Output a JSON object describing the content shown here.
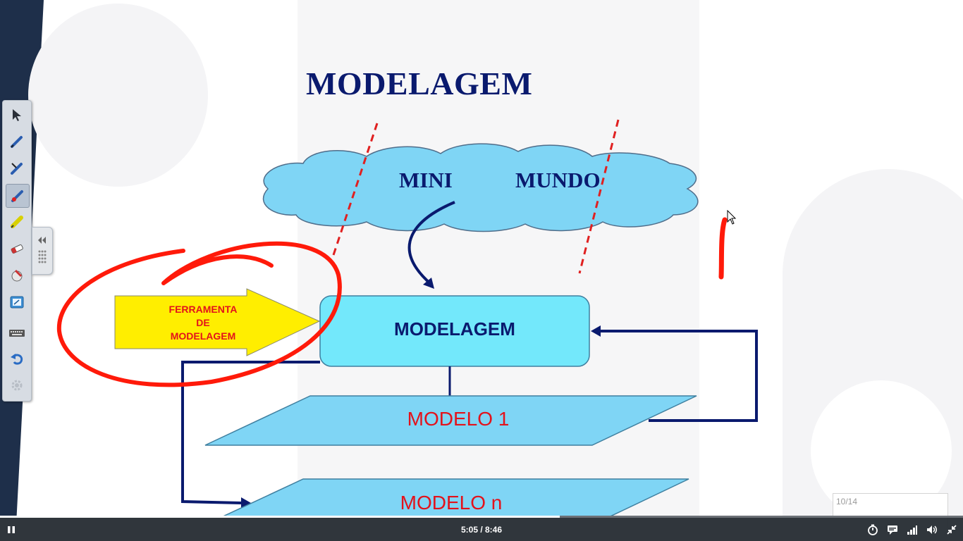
{
  "slide": {
    "title": "MODELAGEM",
    "cloud_label": "MINI   MUNDO",
    "tool_arrow": {
      "lines": [
        "FERRAMENTA",
        "DE",
        "MODELAGEM"
      ]
    },
    "process_box": "MODELAGEM",
    "model_1": "MODELO 1",
    "model_n": "MODELO n",
    "colors": {
      "title": "#0a1a6e",
      "cloud": "#7fd5f5",
      "box": "#73e8fb",
      "model": "#7fd5f5",
      "arrow_yellow": "#ffee00",
      "red_text": "#e3121b",
      "annotation_red": "#ff1a0a"
    }
  },
  "toolbar": {
    "tools": [
      {
        "icon": "select-arrow-icon"
      },
      {
        "icon": "pen-icon"
      },
      {
        "icon": "pen-plus-icon"
      },
      {
        "icon": "pen-red-icon",
        "active": true
      },
      {
        "icon": "highlighter-icon"
      },
      {
        "icon": "eraser-icon"
      },
      {
        "icon": "fill-icon"
      },
      {
        "icon": "whiteboard-icon"
      },
      {
        "icon": "keyboard-icon"
      },
      {
        "icon": "undo-icon"
      },
      {
        "icon": "settings-icon"
      }
    ],
    "handle_icon": "collapse-icon"
  },
  "slide_counter": "10/14",
  "player": {
    "time": "5:05 / 8:46",
    "progress": 0.581,
    "icons": [
      "pause-icon",
      "timer-icon",
      "captions-icon",
      "quality-icon",
      "volume-icon",
      "exit-fullscreen-icon"
    ]
  }
}
